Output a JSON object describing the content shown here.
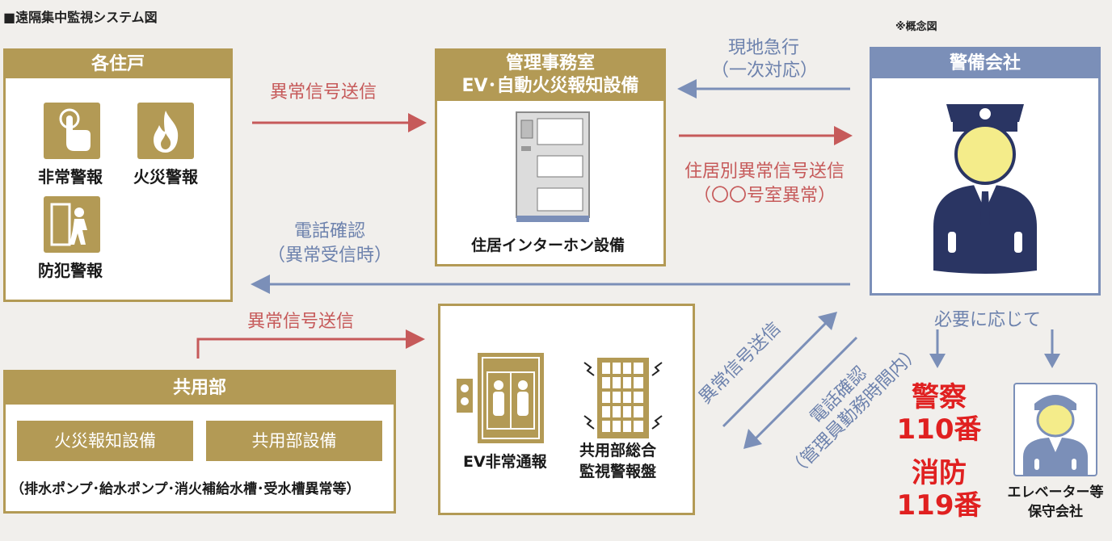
{
  "header": {
    "title": "■遠隔集中監視システム図",
    "concept_note": "※概念図"
  },
  "units": {
    "title": "各住戸",
    "items": [
      {
        "label": "非常警報",
        "icon": "push-button-icon"
      },
      {
        "label": "火災警報",
        "icon": "fire-icon"
      },
      {
        "label": "防犯警報",
        "icon": "intruder-door-icon"
      }
    ]
  },
  "management": {
    "title_line1": "管理事務室",
    "title_line2": "EV･自動火災報知設備",
    "caption": "住居インターホン設備",
    "icon": "intercom-panel-icon"
  },
  "security": {
    "title": "警備会社",
    "icon": "security-guard-icon"
  },
  "common": {
    "title": "共用部",
    "buttons": [
      "火災報知設備",
      "共用部設備"
    ],
    "note": "（排水ポンプ･給水ポンプ･消火補給水槽･受水槽異常等）"
  },
  "equipment": {
    "items": [
      {
        "label": "EV非常通報",
        "icon": "elevator-icon"
      },
      {
        "label_line1": "共用部総合",
        "label_line2": "監視警報盤",
        "icon": "alarm-panel-icon"
      }
    ]
  },
  "arrows": {
    "units_to_mgmt": "異常信号送信",
    "security_to_mgmt_line1": "現地急行",
    "security_to_mgmt_line2": "（一次対応）",
    "mgmt_to_security_line1": "住居別異常信号送信",
    "mgmt_to_security_line2": "（〇〇号室異常）",
    "security_to_units_line1": "電話確認",
    "security_to_units_line2": "（異常受信時）",
    "common_to_equipment": "異常信号送信",
    "diag_up": "異常信号送信",
    "diag_down_line1": "電話確認",
    "diag_down_line2": "（管理員勤務時間内）",
    "as_needed": "必要に応じて"
  },
  "emergency": {
    "police_label": "警察",
    "police_number": "110番",
    "fire_label": "消防",
    "fire_number": "119番"
  },
  "maintenance": {
    "label_line1": "エレベーター等",
    "label_line2": "保守会社",
    "icon": "maintenance-worker-icon"
  },
  "colors": {
    "gold": "#b39a55",
    "blue": "#7b8fb8",
    "red_arrow": "#c65a5a",
    "emergency_red": "#e02020",
    "navy": "#2a3563"
  }
}
